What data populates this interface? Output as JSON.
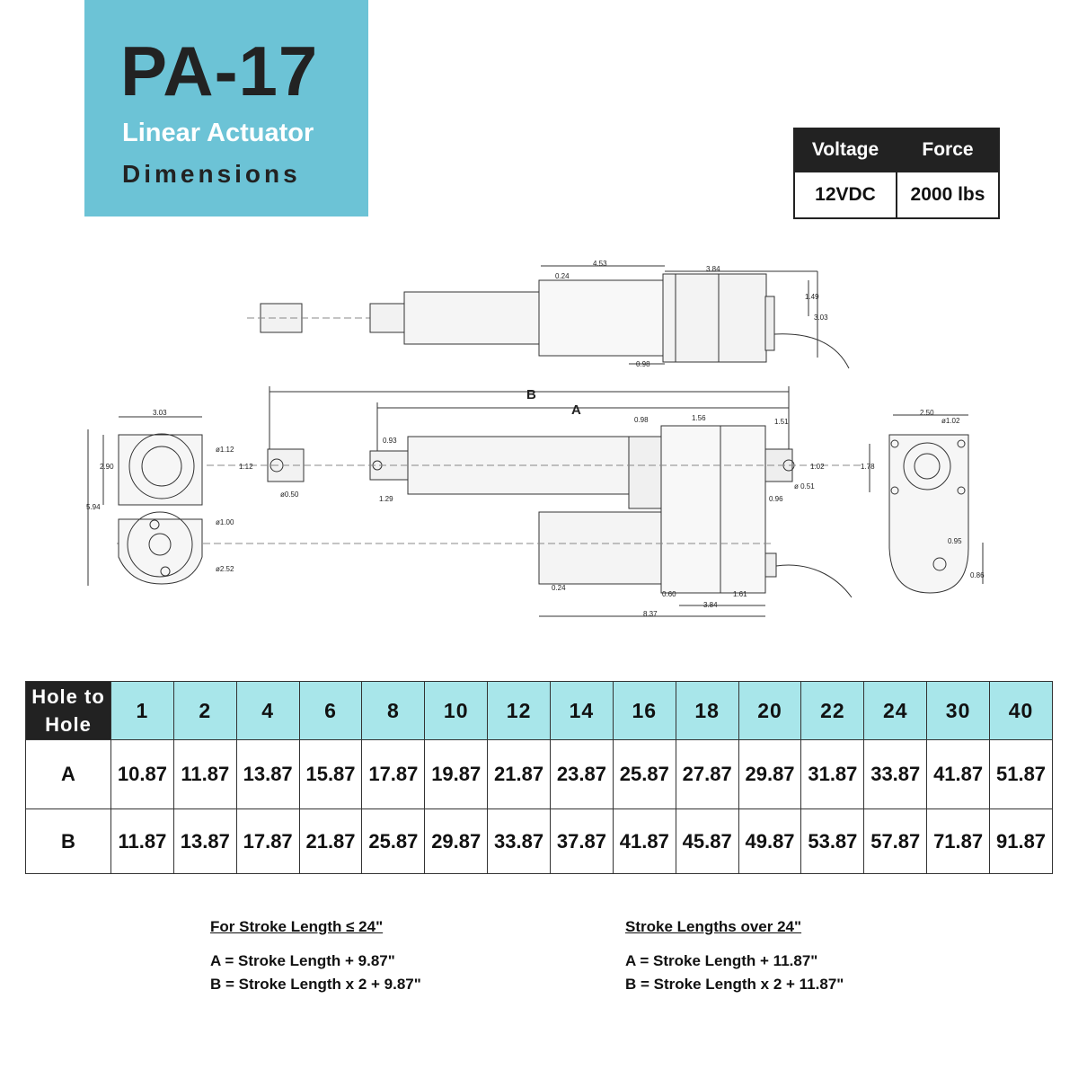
{
  "title": {
    "model": "PA-17",
    "line1": "Linear Actuator",
    "line2": "Dimensions"
  },
  "specs": {
    "headers": [
      "Voltage",
      "Force"
    ],
    "values": [
      "12VDC",
      "2000 lbs"
    ]
  },
  "drawing": {
    "top_view": {
      "d1": "4.53",
      "d2": "3.84",
      "d3": "0.24",
      "d4": "1.49",
      "d5": "3.03",
      "d6": "0.98"
    },
    "side_view": {
      "label_b": "B",
      "label_a": "A",
      "d1": "0.98",
      "d2": "1.56",
      "d3": "1.51",
      "d4": "0.93",
      "d5": "1.29",
      "d6": "1.02",
      "d7": "0.96",
      "d8": "ø 0.51",
      "d9": "0.24",
      "d10": "0.60",
      "d11": "1.61",
      "d12": "3.84",
      "d13": "8.37"
    },
    "left_view": {
      "d1": "3.03",
      "d2": "2.90",
      "d3": "5.94",
      "d4": "ø1.12",
      "d5": "1.12",
      "d6": "ø0.50",
      "d7": "ø1.00",
      "d8": "ø2.52"
    },
    "right_view": {
      "d1": "2.50",
      "d2": "ø1.02",
      "d3": "1.78",
      "d4": "0.95",
      "d5": "0.86"
    }
  },
  "stroke_table": {
    "corner": [
      "Hole to",
      "Hole"
    ],
    "columns": [
      "1",
      "2",
      "4",
      "6",
      "8",
      "10",
      "12",
      "14",
      "16",
      "18",
      "20",
      "22",
      "24",
      "30",
      "40"
    ],
    "rows": [
      {
        "label": "A",
        "values": [
          "10.87",
          "11.87",
          "13.87",
          "15.87",
          "17.87",
          "19.87",
          "21.87",
          "23.87",
          "25.87",
          "27.87",
          "29.87",
          "31.87",
          "33.87",
          "41.87",
          "51.87"
        ]
      },
      {
        "label": "B",
        "values": [
          "11.87",
          "13.87",
          "17.87",
          "21.87",
          "25.87",
          "29.87",
          "33.87",
          "37.87",
          "41.87",
          "45.87",
          "49.87",
          "53.87",
          "57.87",
          "71.87",
          "91.87"
        ]
      }
    ]
  },
  "formulas": {
    "short": {
      "heading": "For Stroke Length ≤ 24\"",
      "line_a": "A = Stroke Length + 9.87\"",
      "line_b": "B = Stroke Length x 2 + 9.87\""
    },
    "long": {
      "heading": "Stroke Lengths over 24\"",
      "line_a": "A = Stroke Length + 11.87\"",
      "line_b": "B = Stroke Length x 2 + 11.87\""
    }
  },
  "colors": {
    "title_bg": "#6cc3d6",
    "table_header": "#a8e6ea",
    "dark": "#222222"
  }
}
